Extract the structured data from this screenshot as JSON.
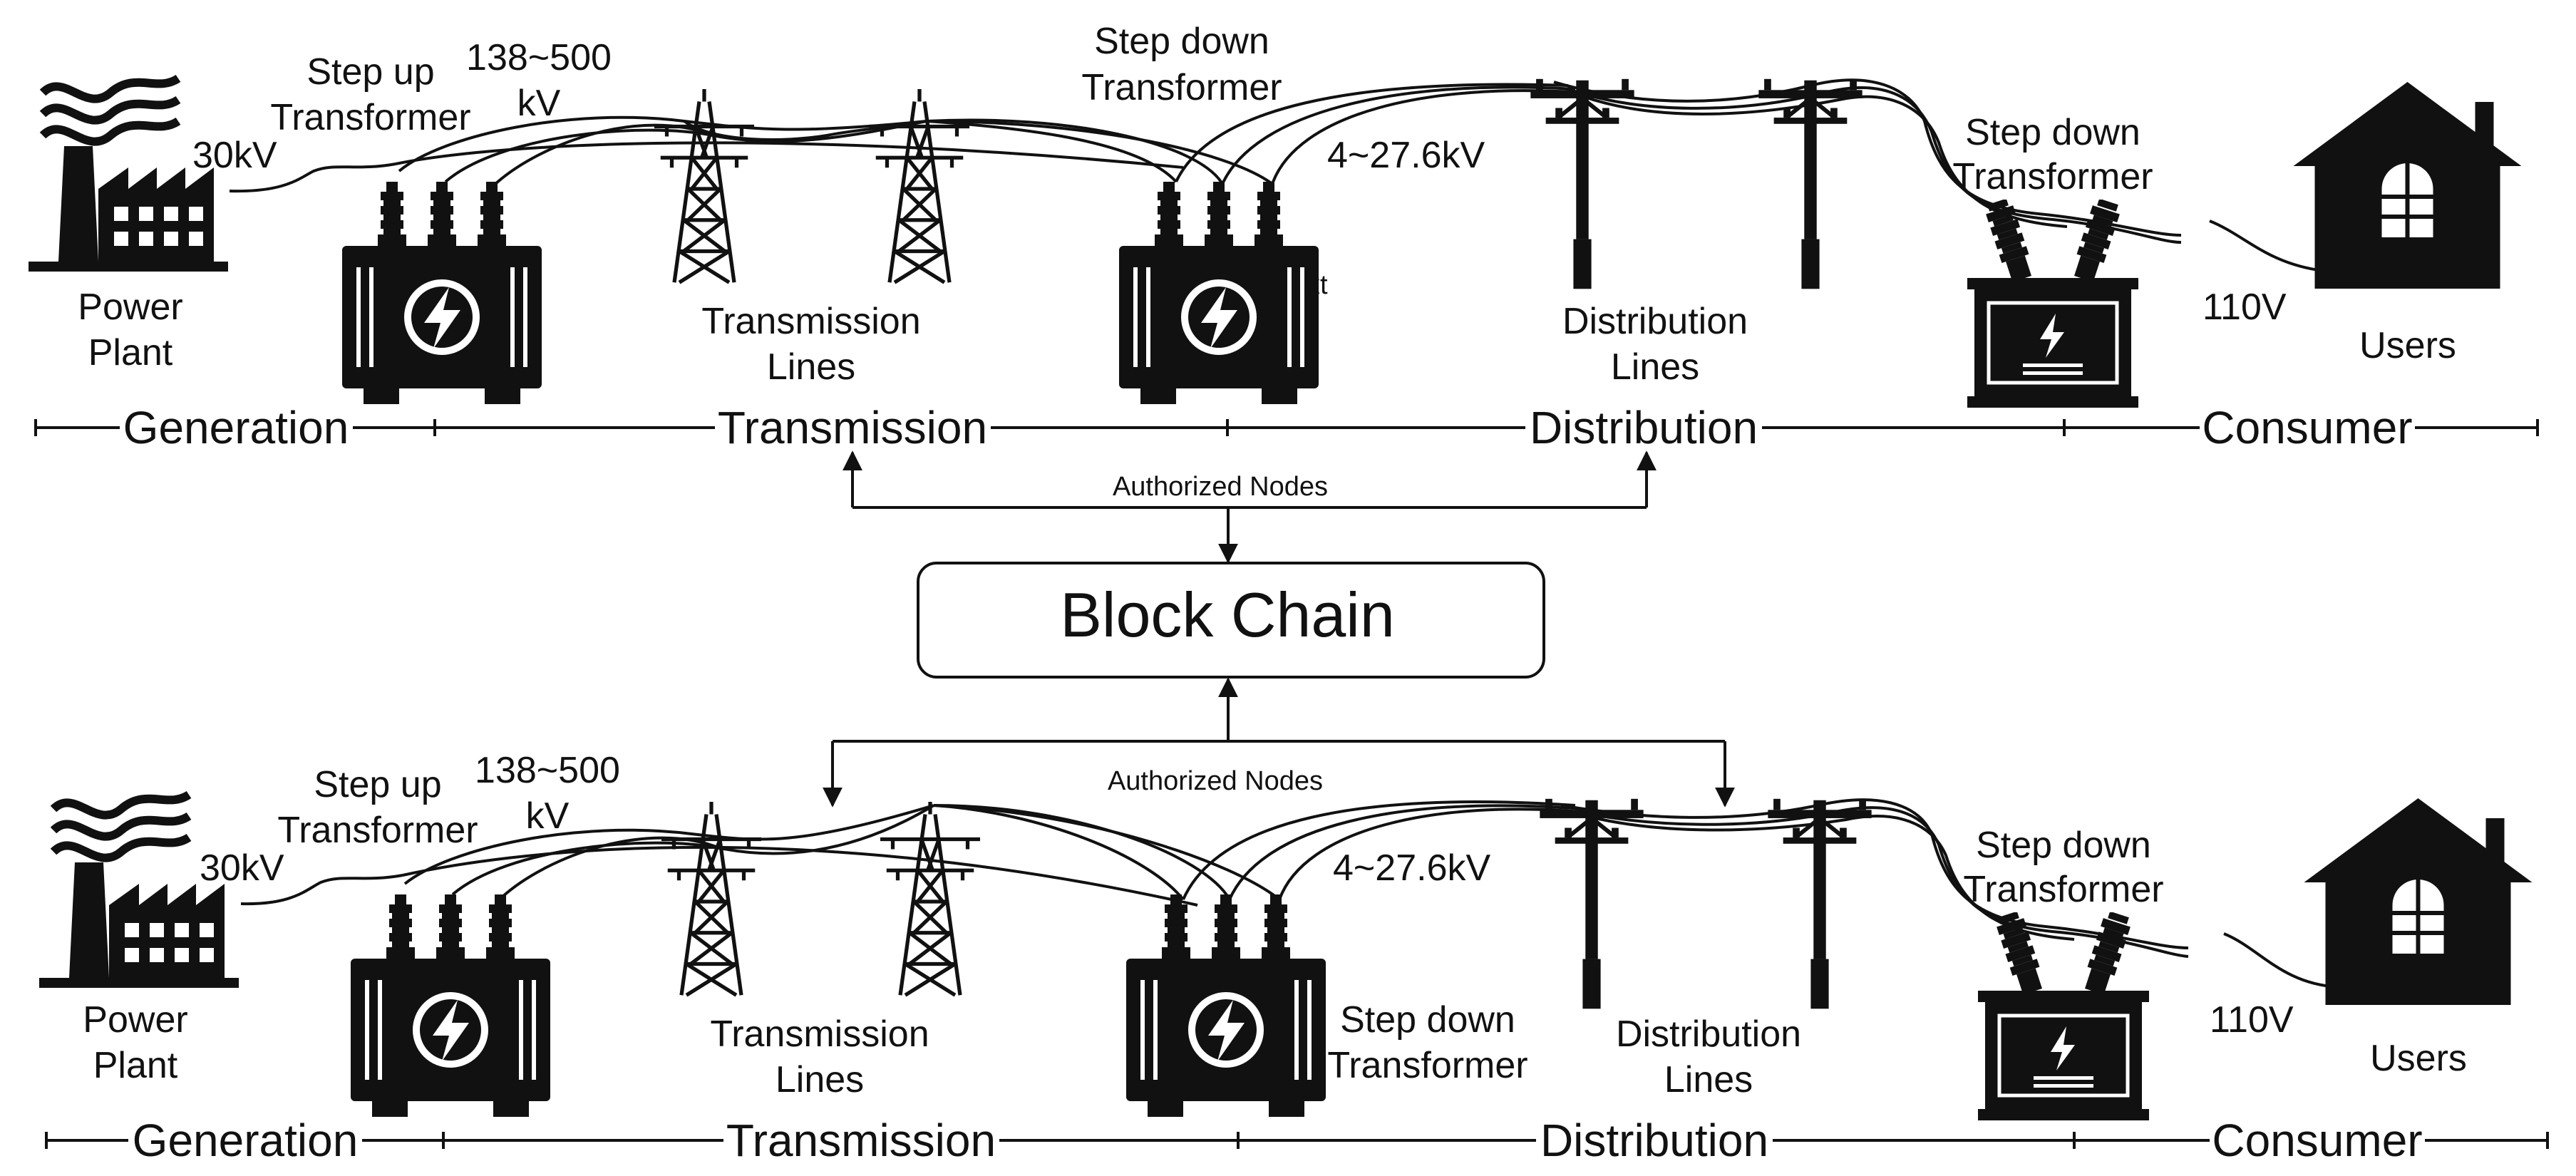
{
  "colors": {
    "ink": "#111111",
    "background": "#ffffff"
  },
  "icons": [
    "factory-icon",
    "transformer-icon",
    "transmission-tower-icon",
    "utility-pole-icon",
    "pad-transformer-icon",
    "house-icon"
  ],
  "block_chain": {
    "label": "Block Chain"
  },
  "authorized_nodes": {
    "label": "Authorized Nodes"
  },
  "top": {
    "power_plant_line1": "Power",
    "power_plant_line2": "Plant",
    "voltage_30kv": "30kV",
    "step_up_line1": "Step up",
    "step_up_line2": "Transformer",
    "voltage_138_line1": "138~500",
    "voltage_138_line2": "kV",
    "step_down1_line1": "Step down",
    "step_down1_line2": "Transformer",
    "voltage_4": "4~27.6kV",
    "stray_text": "xt",
    "transmission_lines_line1": "Transmission",
    "transmission_lines_line2": "Lines",
    "distribution_lines_line1": "Distribution",
    "distribution_lines_line2": "Lines",
    "step_down2_line1": "Step down",
    "step_down2_line2": "Transformer",
    "voltage_110": "110V",
    "users": "Users",
    "stages": [
      "Generation",
      "Transmission",
      "Distribution",
      "Consumer"
    ]
  },
  "bottom": {
    "power_plant_line1": "Power",
    "power_plant_line2": "Plant",
    "voltage_30kv": "30kV",
    "step_up_line1": "Step up",
    "step_up_line2": "Transformer",
    "voltage_138_line1": "138~500",
    "voltage_138_line2": "kV",
    "step_down1_line1": "Step down",
    "step_down1_line2": "Transformer",
    "voltage_4": "4~27.6kV",
    "transmission_lines_line1": "Transmission",
    "transmission_lines_line2": "Lines",
    "distribution_lines_line1": "Distribution",
    "distribution_lines_line2": "Lines",
    "step_down2_line1": "Step down",
    "step_down2_line2": "Transformer",
    "voltage_110": "110V",
    "users": "Users",
    "stages": [
      "Generation",
      "Transmission",
      "Distribution",
      "Consumer"
    ]
  }
}
